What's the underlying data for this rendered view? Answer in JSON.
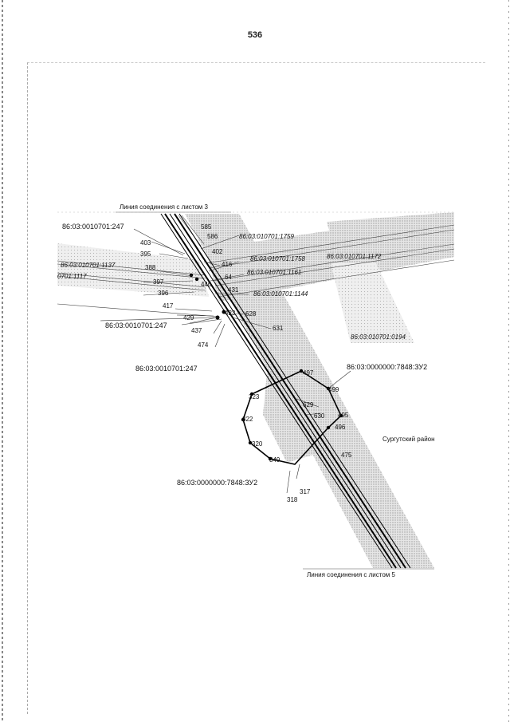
{
  "page_number": "536",
  "match_lines": {
    "top": "Линия соединения с листом 3",
    "bottom": "Линия соединения с листом 5"
  },
  "district": "Сургутский район",
  "parcels": {
    "p247_a": "86:03:0010701:247",
    "p247_b": "86:03:0010701:247",
    "p247_c": "86:03:0010701:247",
    "p1759": "86:03:010701:1759",
    "p1758": "86:03:010701:1758",
    "p1172": "86:03:010701:1172",
    "p1161": "86:03:010701:1161",
    "p1144": "86:03:010701:1144",
    "p1137": "86:03:010701:1137",
    "p1117": "0701:1117",
    "p0194": "86:03:010701:0194",
    "zu2_a": "86:03:0000000:7848:ЗУ2",
    "zu2_b": "86:03:0000000:7848:ЗУ2"
  },
  "points": {
    "p585": "585",
    "p586": "586",
    "p403": "403",
    "p395": "395",
    "p402": "402",
    "p416": "416",
    "p388": "388",
    "p64": "64",
    "p397": "397",
    "p446": "446",
    "p396": "396",
    "p431": "431",
    "p417": "417",
    "p429": "429",
    "p423": "423",
    "p628": "628",
    "p631": "631",
    "p437": "437",
    "p474": "474",
    "p497": "497",
    "p499": "499",
    "p323": "323",
    "p629": "629",
    "p630": "630",
    "p495": "495",
    "p322": "322",
    "p496": "496",
    "p320": "320",
    "p475": "475",
    "p349": "349",
    "p317": "317",
    "p318": "318"
  }
}
